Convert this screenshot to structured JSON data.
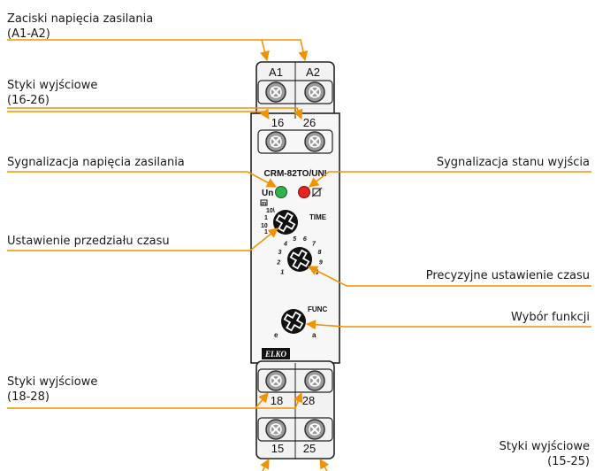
{
  "callouts": {
    "supply_terminals": [
      "Zaciski napięcia zasilania",
      "(A1-A2)"
    ],
    "outputs_16_26": [
      "Styki wyjściowe",
      "(16-26)"
    ],
    "supply_indication": "Sygnalizacja napięcia zasilania",
    "output_state_indication": "Sygnalizacja stanu wyjścia",
    "time_range_setting": "Ustawienie przedziału czasu",
    "fine_time_setting": "Precyzyjne ustawienie czasu",
    "function_selection": "Wybór funkcji",
    "outputs_18_28": [
      "Styki wyjściowe",
      "(18-28)"
    ],
    "outputs_15_25": [
      "Styki wyjściowe",
      "(15-25)"
    ]
  },
  "device": {
    "model": "CRM-82TO/UNI",
    "terminal_labels": {
      "a1": "A1",
      "a2": "A2",
      "t16": "16",
      "t26": "26",
      "t18": "18",
      "t28": "28",
      "t15": "15",
      "t25": "25"
    },
    "led_un_label": "Un",
    "led_un_color": "#2db34a",
    "led_out_color": "#e52420",
    "range_labels": [
      "10\\",
      "1",
      "10",
      "1"
    ],
    "range_unit": "m",
    "time_label": "TIME",
    "fine_scale": [
      "1",
      "2",
      "3",
      "4",
      "5",
      "6",
      "7",
      "8",
      "9",
      "1"
    ],
    "func_label": "FUNC",
    "func_left": "e",
    "func_right": "a",
    "brand": "ELKO"
  },
  "colors": {
    "leader": "#f39200",
    "body": "#f2f2f2",
    "screw": "#9a9a9a"
  }
}
